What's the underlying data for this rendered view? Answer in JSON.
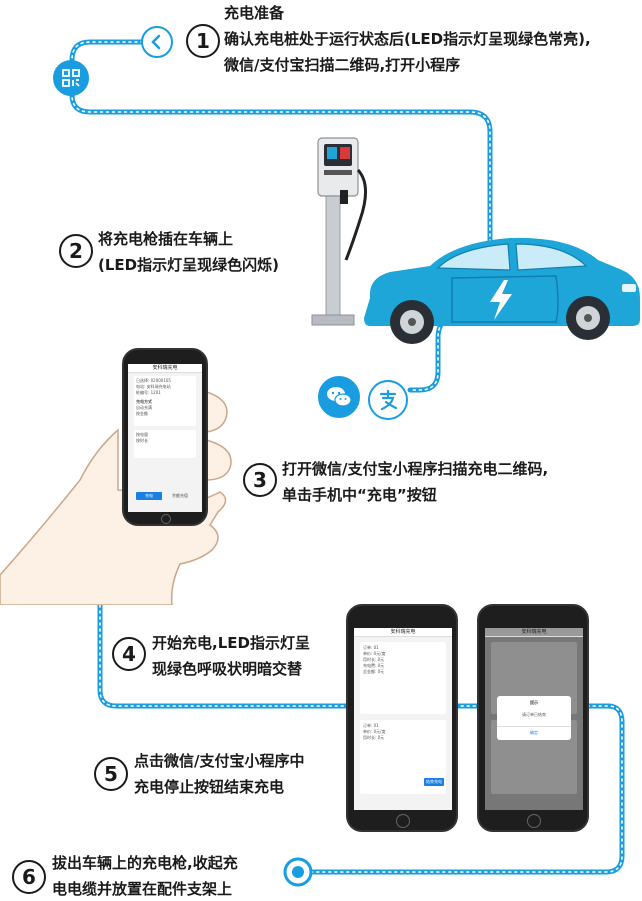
{
  "steps": [
    {
      "num": "1",
      "lines": [
        "充电准备",
        "确认充电桩处于运行状态后(LED指示灯呈现绿色常亮),",
        "微信/支付宝扫描二维码,打开小程序"
      ]
    },
    {
      "num": "2",
      "lines": [
        "将充电枪插在车辆上",
        "(LED指示灯呈现绿色闪烁)"
      ]
    },
    {
      "num": "3",
      "lines": [
        "打开微信/支付宝小程序扫描充电二维码,",
        "单击手机中“充电”按钮"
      ]
    },
    {
      "num": "4",
      "lines": [
        "开始充电,LED指示灯呈",
        "现绿色呼吸状明暗交替"
      ]
    },
    {
      "num": "5",
      "lines": [
        "点击微信/支付宝小程序中",
        "充电停止按钮结束充电"
      ]
    },
    {
      "num": "6",
      "lines": [
        "拔出车辆上的充电枪,收起充",
        "电电缆并放置在配件支架上"
      ]
    }
  ],
  "phone1": {
    "title": "安科瑞充电",
    "rows": [
      "已选择: 02000105",
      "电站: 安科瑞充电站",
      "桩编号: 1201",
      "充电方式",
      "自动充满",
      "按金额",
      "按电量",
      "按时长",
      "充电",
      "余额充值"
    ]
  },
  "phone2": {
    "title": "安科瑞充电",
    "rows": [
      "订单: 01",
      "单价: 0元/度",
      "用时长: 0元",
      "充电费: 0元",
      "总金额: 0元",
      "结束充电"
    ]
  },
  "phone3": {
    "title": "安科瑞充电",
    "dialog_title": "提示",
    "dialog_msg": "请订单已结束",
    "dialog_btn": "确定"
  },
  "colors": {
    "line": "#1a9de0",
    "car": "#1fa6d8",
    "car_dark": "#0e7fb0"
  },
  "icons": [
    "back-icon",
    "qr-code-icon",
    "wechat-icon",
    "alipay-icon",
    "charging-bolt-icon"
  ]
}
